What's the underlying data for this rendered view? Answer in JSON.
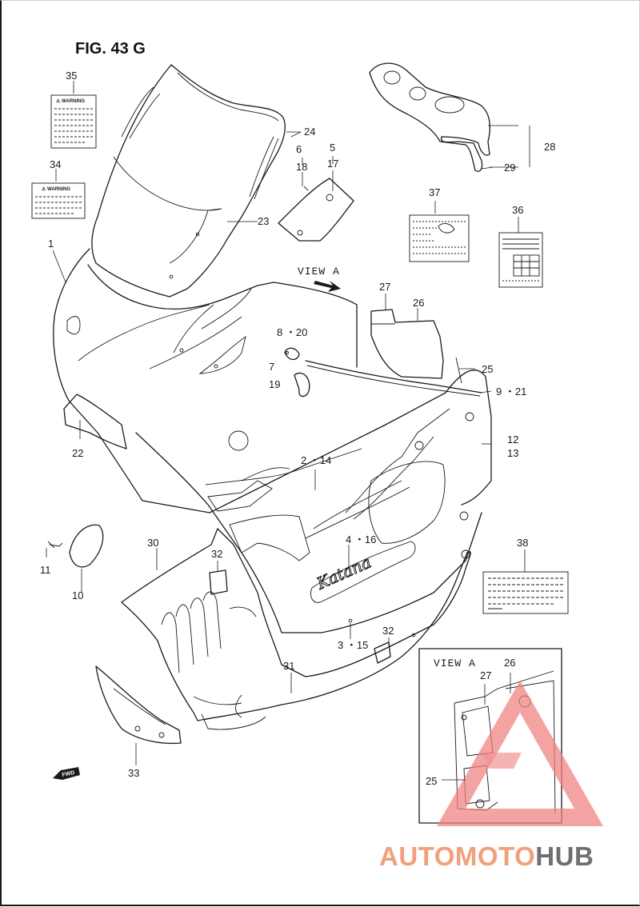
{
  "figure_title": "FIG. 43 G",
  "view_label": "VIEW A",
  "inset_view_label": "VIEW A",
  "warning_label_text": "⚠ WARNING",
  "logo_script_text": "Katana",
  "fwd_text": "FWD",
  "callouts": {
    "c1": "1",
    "c2_14": "2 ・14",
    "c3_15": "3 ・15",
    "c4_16": "4 ・16",
    "c5": "5",
    "c6": "6",
    "c7": "7",
    "c8_20": "8 ・20",
    "c9_21": "9 ・21",
    "c10": "10",
    "c11": "11",
    "c12": "12",
    "c13": "13",
    "c17": "17",
    "c18": "18",
    "c19": "19",
    "c22": "22",
    "c23": "23",
    "c24": "24",
    "c25": "25",
    "c26": "26",
    "c27": "27",
    "c28": "28",
    "c29": "29",
    "c30": "30",
    "c31": "31",
    "c32a": "32",
    "c32b": "32",
    "c33": "33",
    "c34": "34",
    "c35": "35",
    "c36": "36",
    "c37": "37",
    "c38": "38",
    "inset26": "26",
    "inset27": "27",
    "inset25": "25"
  },
  "watermark": {
    "part1": "AUTOMOTO",
    "part2": "HUB",
    "color_accent": "#f0a07a",
    "color_dark": "#6f6f6f",
    "logo_color": "#f08080"
  },
  "colors": {
    "line": "#1a1a1a",
    "paper": "#ffffff"
  }
}
